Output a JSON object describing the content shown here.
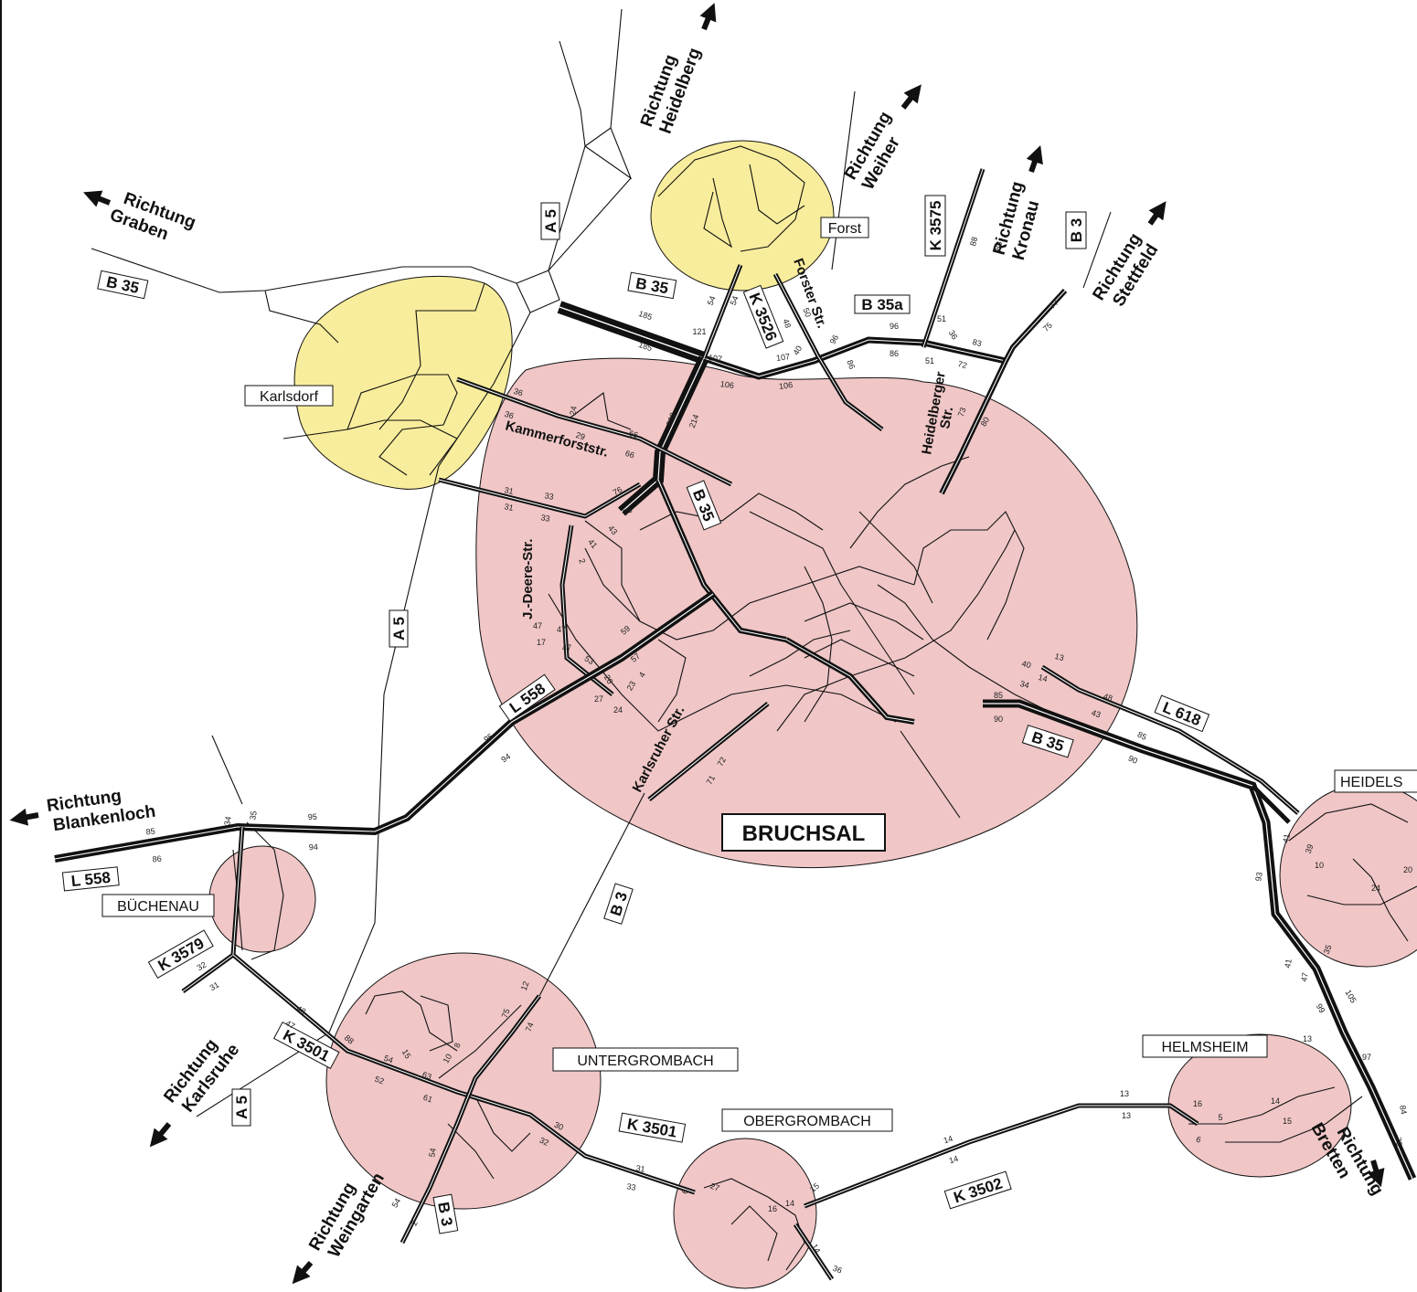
{
  "map": {
    "city": "BRUCHSAL",
    "places": {
      "karlsdorf": "Karlsdorf",
      "forst": "Forst",
      "buechenau": "BÜCHENAU",
      "untergrombach": "UNTERGROMBACH",
      "obergrombach": "OBERGROMBACH",
      "helmsheim": "HELMSHEIM",
      "heidelsheim": "HEIDELS"
    },
    "directions": {
      "graben": [
        "Richtung",
        "Graben"
      ],
      "heidelberg": [
        "Richtung",
        "Heidelberg"
      ],
      "weiher": [
        "Richtung",
        "Weiher"
      ],
      "kronau": [
        "Richtung",
        "Kronau"
      ],
      "stettfeld": [
        "Richtung",
        "Stettfeld"
      ],
      "blankenloch": [
        "Richtung",
        "Blankenloch"
      ],
      "karlsruhe": [
        "Richtung",
        "Karlsruhe"
      ],
      "weingarten": [
        "Richtung",
        "Weingarten"
      ],
      "bretten": [
        "Richtung",
        "Bretten"
      ]
    },
    "road_labels": {
      "b35_west": "B 35",
      "a5_north": "A 5",
      "b35_north": "B 35",
      "k3526": "K 3526",
      "b35a": "B 35a",
      "k3575": "K 3575",
      "b3_north": "B 3",
      "b35_center": "B 35",
      "a5_mid": "A 5",
      "l558_center": "L 558",
      "l618": "L 618",
      "b35_east": "B 35",
      "l558_west": "L 558",
      "b3_mid": "B 3",
      "k3579": "K 3579",
      "k3501_west": "K 3501",
      "a5_south": "A 5",
      "k3501_mid": "K 3501",
      "k3502": "K 3502",
      "b3_south": "B 3"
    },
    "streets": {
      "kammerforst": "Kammerforststr.",
      "jdeere": "J.-Deere-Str.",
      "forster": "Forster Str.",
      "heidelberger1": "Heidelberger",
      "heidelberger2": "Str.",
      "karlsruher": "Karlsruher Str."
    },
    "counts": [
      "185",
      "185",
      "121",
      "54",
      "54",
      "107",
      "106",
      "107",
      "106",
      "40",
      "50",
      "48",
      "96",
      "86",
      "86",
      "96",
      "51",
      "51",
      "36",
      "83",
      "72",
      "88",
      "88",
      "77",
      "75",
      "80",
      "73",
      "202",
      "214",
      "76",
      "75",
      "66",
      "66",
      "36",
      "36",
      "29",
      "24",
      "31",
      "31",
      "33",
      "33",
      "43",
      "41",
      "2",
      "47",
      "47",
      "17",
      "47",
      "53",
      "59",
      "57",
      "4",
      "23",
      "26",
      "27",
      "24",
      "95",
      "94",
      "72",
      "71",
      "40",
      "14",
      "13",
      "34",
      "48",
      "43",
      "85",
      "90",
      "85",
      "90",
      "93",
      "39",
      "41",
      "35",
      "10",
      "24",
      "20",
      "41",
      "47",
      "99",
      "105",
      "13",
      "16",
      "5",
      "6",
      "14",
      "15",
      "13",
      "13",
      "14",
      "14",
      "97",
      "79",
      "84",
      "85",
      "86",
      "34",
      "35",
      "95",
      "94",
      "32",
      "31",
      "48",
      "47",
      "88",
      "54",
      "15",
      "63",
      "52",
      "61",
      "10",
      "8",
      "12",
      "74",
      "75",
      "30",
      "32",
      "31",
      "33",
      "54",
      "54",
      "2",
      "6",
      "27",
      "16",
      "14",
      "15",
      "14",
      "36"
    ]
  },
  "colors": {
    "urban": "#f0c6c6",
    "village": "#f8ed9c",
    "road": "#111111",
    "label_bg": "#ffffff"
  }
}
